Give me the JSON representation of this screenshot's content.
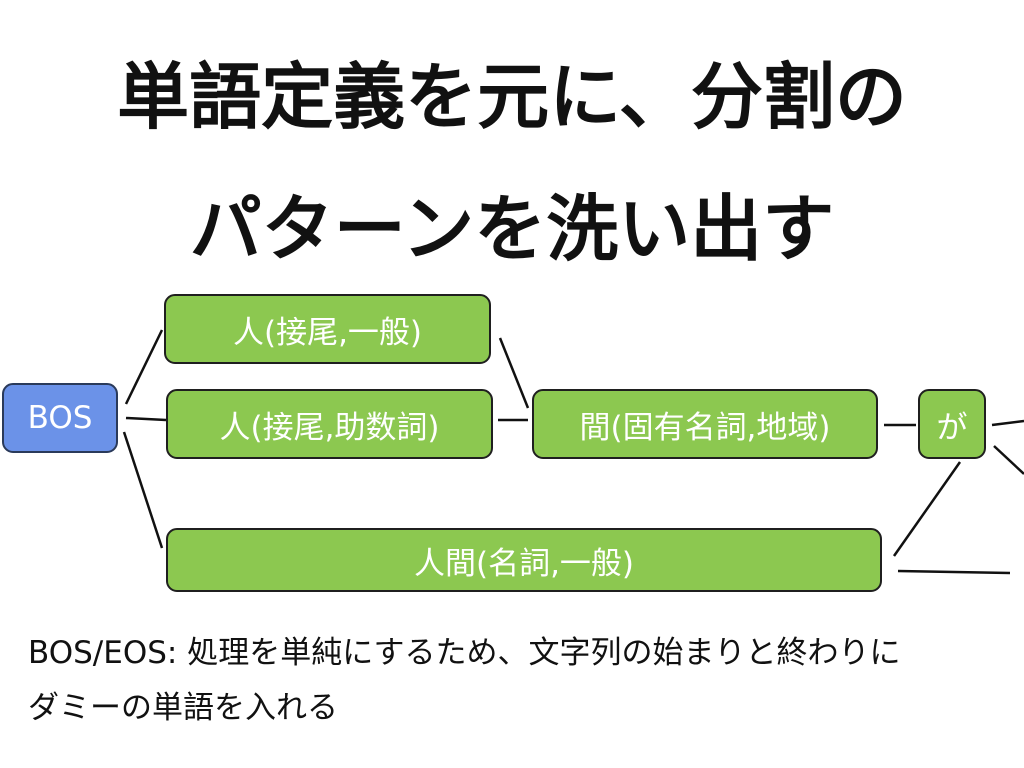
{
  "title": {
    "line1": "単語定義を元に、分割の",
    "line2": "パターンを洗い出す"
  },
  "lattice": {
    "bos": "BOS",
    "hito_ippan": "人(接尾,一般)",
    "hito_josuushi": "人(接尾,助数詞)",
    "ma_chiiki": "間(固有名詞,地域)",
    "ga": "が",
    "ningen_ippan": "人間(名詞,一般)"
  },
  "note": {
    "line1": "BOS/EOS: 処理を単純にするため、文字列の始まりと終わりに",
    "line2": "ダミーの単語を入れる"
  },
  "colors": {
    "node_fill": "#8cc850",
    "bos_fill": "#6b92e8",
    "edge": "#111111"
  }
}
